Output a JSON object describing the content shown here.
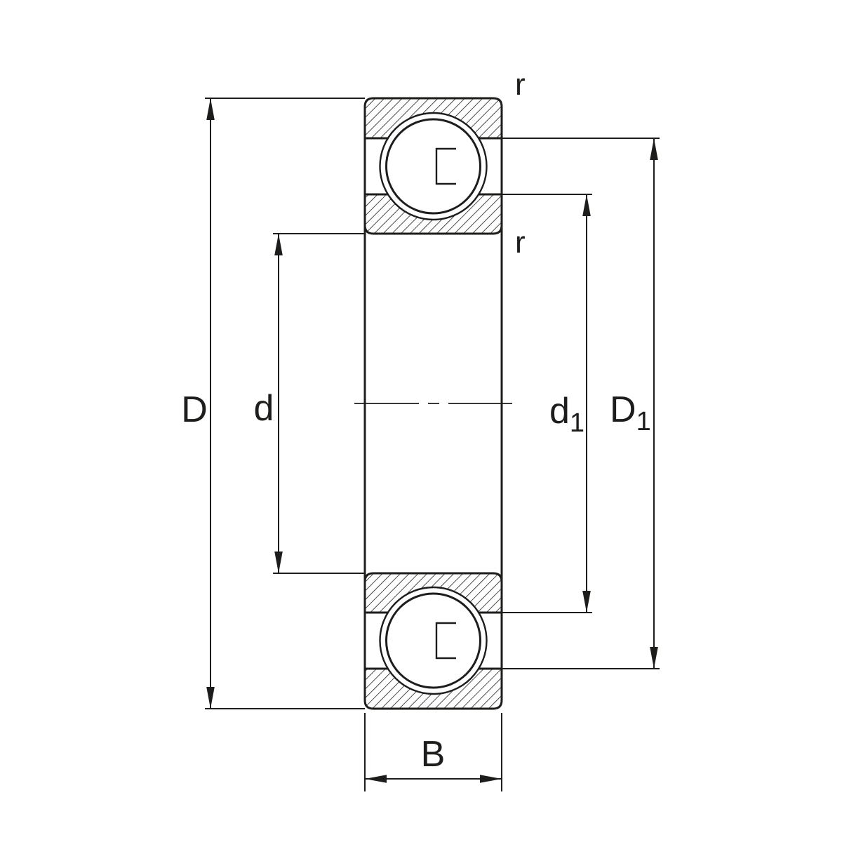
{
  "drawing": {
    "background_color": "#ffffff",
    "line_color": "#1d1d1b",
    "labels": {
      "outer_diameter": "D",
      "bore_diameter": "d",
      "inner_shoulder_base": "d",
      "inner_shoulder_sub": "1",
      "outer_shoulder_base": "D",
      "outer_shoulder_sub": "1",
      "width": "B",
      "fillet_top": "r",
      "fillet_inner": "r"
    }
  }
}
